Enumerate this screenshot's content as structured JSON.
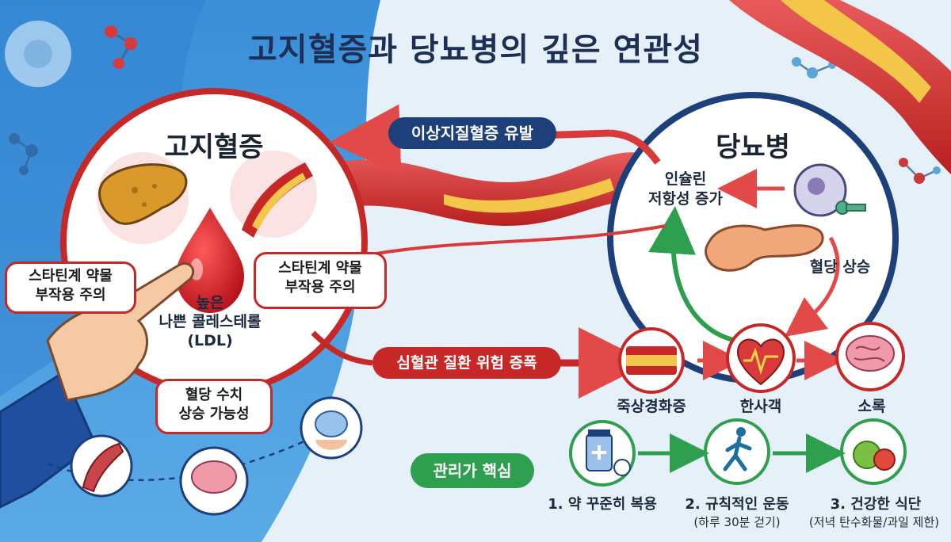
{
  "title": "고지혈증과 당뇨병의 깊은 연관성",
  "hyperlipidemia": {
    "title": "고지혈증",
    "ldl_line1": "높은",
    "ldl_line2": "나쁜 콜레스테롤",
    "ldl_line3": "(LDL)",
    "statin_left_line1": "스타틴계 약물",
    "statin_left_line2": "부작용 주의",
    "statin_right_line1": "스타틴계 약물",
    "statin_right_line2": "부작용 주의",
    "glucose_line1": "혈당 수치",
    "glucose_line2": "상승 가능성"
  },
  "diabetes": {
    "title": "당뇨병",
    "insulin_line1": "인슐린",
    "insulin_line2": "저항성 증가",
    "glucose_rise": "혈당 상승"
  },
  "arrows": {
    "dyslipidemia": "이상지질혈증 유발",
    "cardio_risk": "심혈관 질환 위험 증폭"
  },
  "complications": [
    "죽상경화증",
    "한사객",
    "소록"
  ],
  "management": {
    "label": "관리가 핵심",
    "steps": [
      {
        "label": "1. 약 꾸준히 복용",
        "sub": ""
      },
      {
        "label": "2. 규칙적인 운동",
        "sub": "(하루 30분 걷기)"
      },
      {
        "label": "3. 건강한 식단",
        "sub": "(저녁 탄수화물/과일 제한)"
      }
    ]
  },
  "colors": {
    "red": "#c62828",
    "navy": "#1d3f7a",
    "green": "#2e9e4f",
    "title": "#1d2f55"
  }
}
